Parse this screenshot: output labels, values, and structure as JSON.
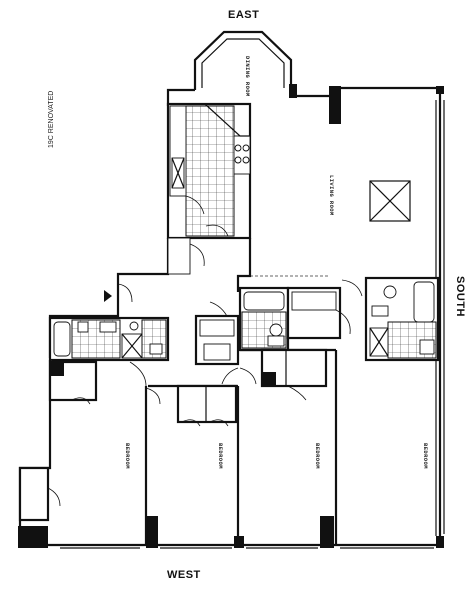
{
  "compass": {
    "east": "EAST",
    "west": "WEST",
    "south": "SOUTH"
  },
  "unit": {
    "label": "19C RENOVATED"
  },
  "rooms": {
    "dining_room": "DINING ROOM",
    "living_room": "LIVING ROOM",
    "bedroom_1": "BEDROOM",
    "bedroom_2": "BEDROOM",
    "bedroom_3": "BEDROOM",
    "bedroom_4": "BEDROOM"
  }
}
